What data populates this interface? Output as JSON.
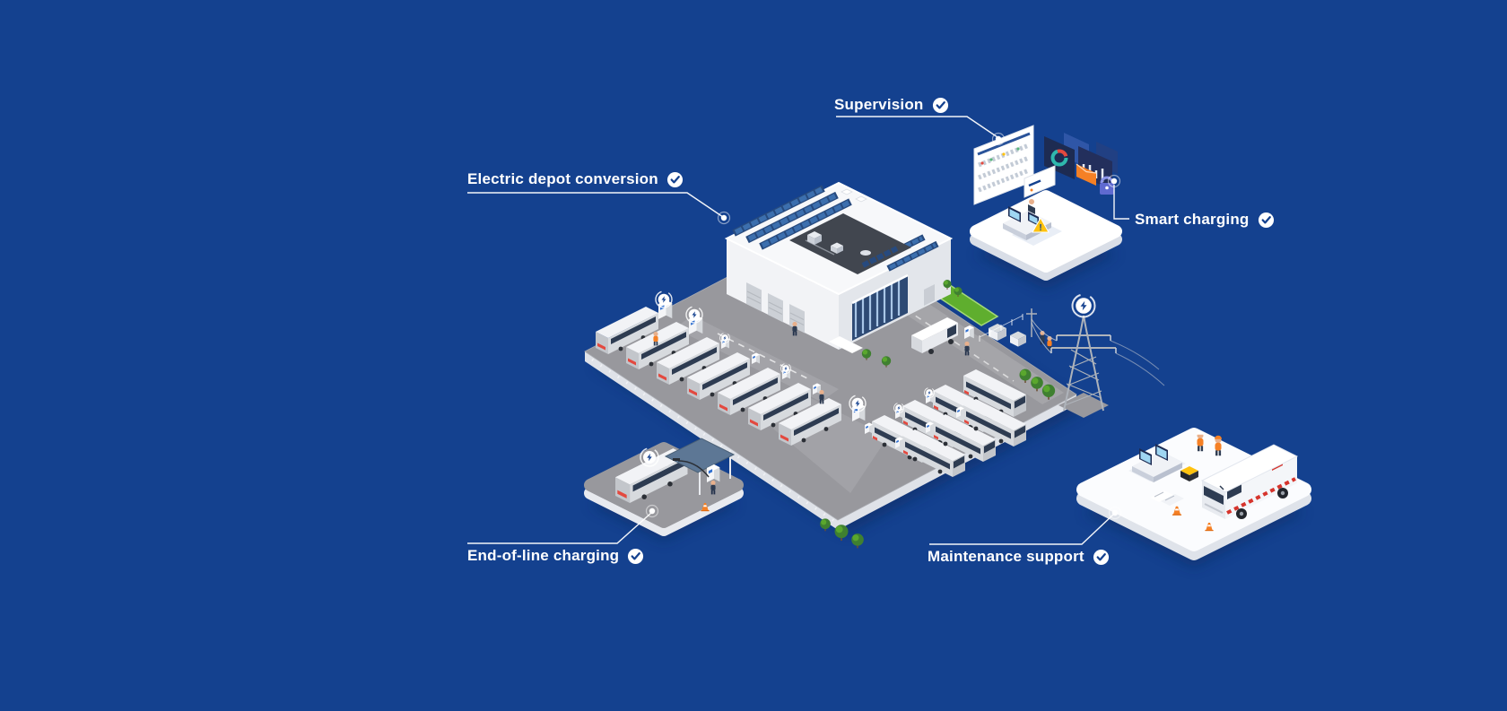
{
  "callouts": [
    {
      "id": "supervision",
      "label": "Supervision"
    },
    {
      "id": "electric-depot-conversion",
      "label": "Electric depot conversion"
    },
    {
      "id": "smart-charging",
      "label": "Smart charging"
    },
    {
      "id": "end-of-line-charging",
      "label": "End-of-line charging"
    },
    {
      "id": "maintenance-support",
      "label": "Maintenance support"
    }
  ],
  "icons": {
    "check_glyph": "✓",
    "lightning_glyph": "⚡",
    "warning_glyph": "!"
  },
  "colors": {
    "background": "#14418f",
    "label_text": "#ffffff",
    "lot_gray": "#98989d",
    "building_white": "#f2f3f6",
    "solar_panel_navy": "#274a7e",
    "grass_green": "#5fae2e",
    "safety_orange": "#f58025",
    "alert_yellow": "#ffc20e",
    "screen_navy": "#1d2b52",
    "accent_teal": "#2fb8ad",
    "accent_red": "#e3493f"
  }
}
